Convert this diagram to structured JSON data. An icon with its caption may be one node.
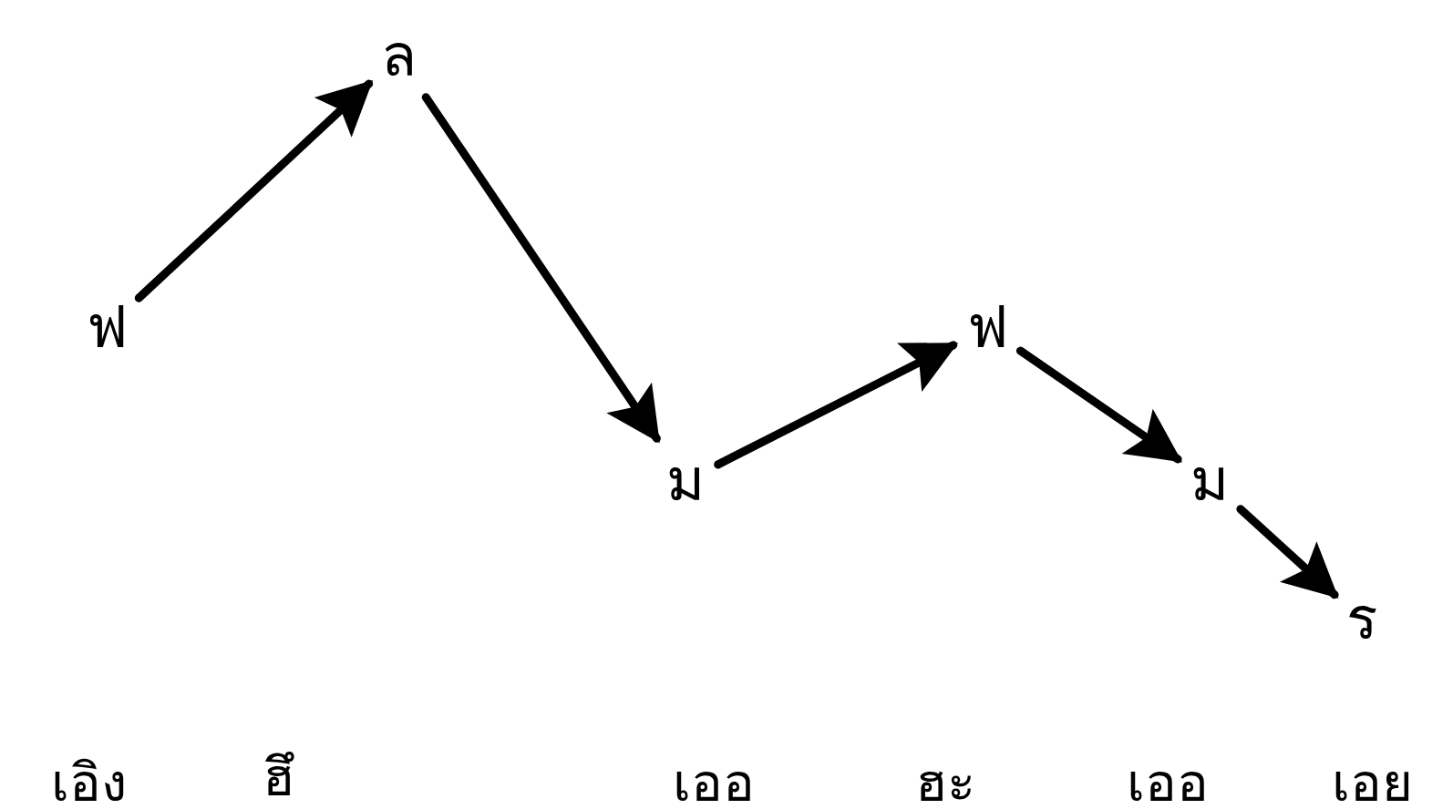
{
  "diagram": {
    "nodes": [
      {
        "text": [
          "ฟ"
        ]
      },
      {
        "text": [
          "ล"
        ]
      },
      {
        "text": [
          "ม"
        ]
      },
      {
        "text": [
          "ฟ"
        ]
      },
      {
        "text": [
          "ม"
        ]
      },
      {
        "text": [
          "ร"
        ]
      }
    ],
    "edges": [
      {
        "from": 0,
        "to": 1,
        "arrow": "to"
      },
      {
        "from": 1,
        "to": 2,
        "arrow": "to"
      },
      {
        "from": 2,
        "to": 3,
        "arrow": "to"
      },
      {
        "from": 3,
        "to": 4,
        "arrow": "to"
      },
      {
        "from": 4,
        "to": 5,
        "arrow": "to"
      }
    ],
    "labels": [
      "เอิง",
      "ฮึ",
      "เออ",
      "ฮะ",
      "เออ",
      "เอย"
    ]
  }
}
